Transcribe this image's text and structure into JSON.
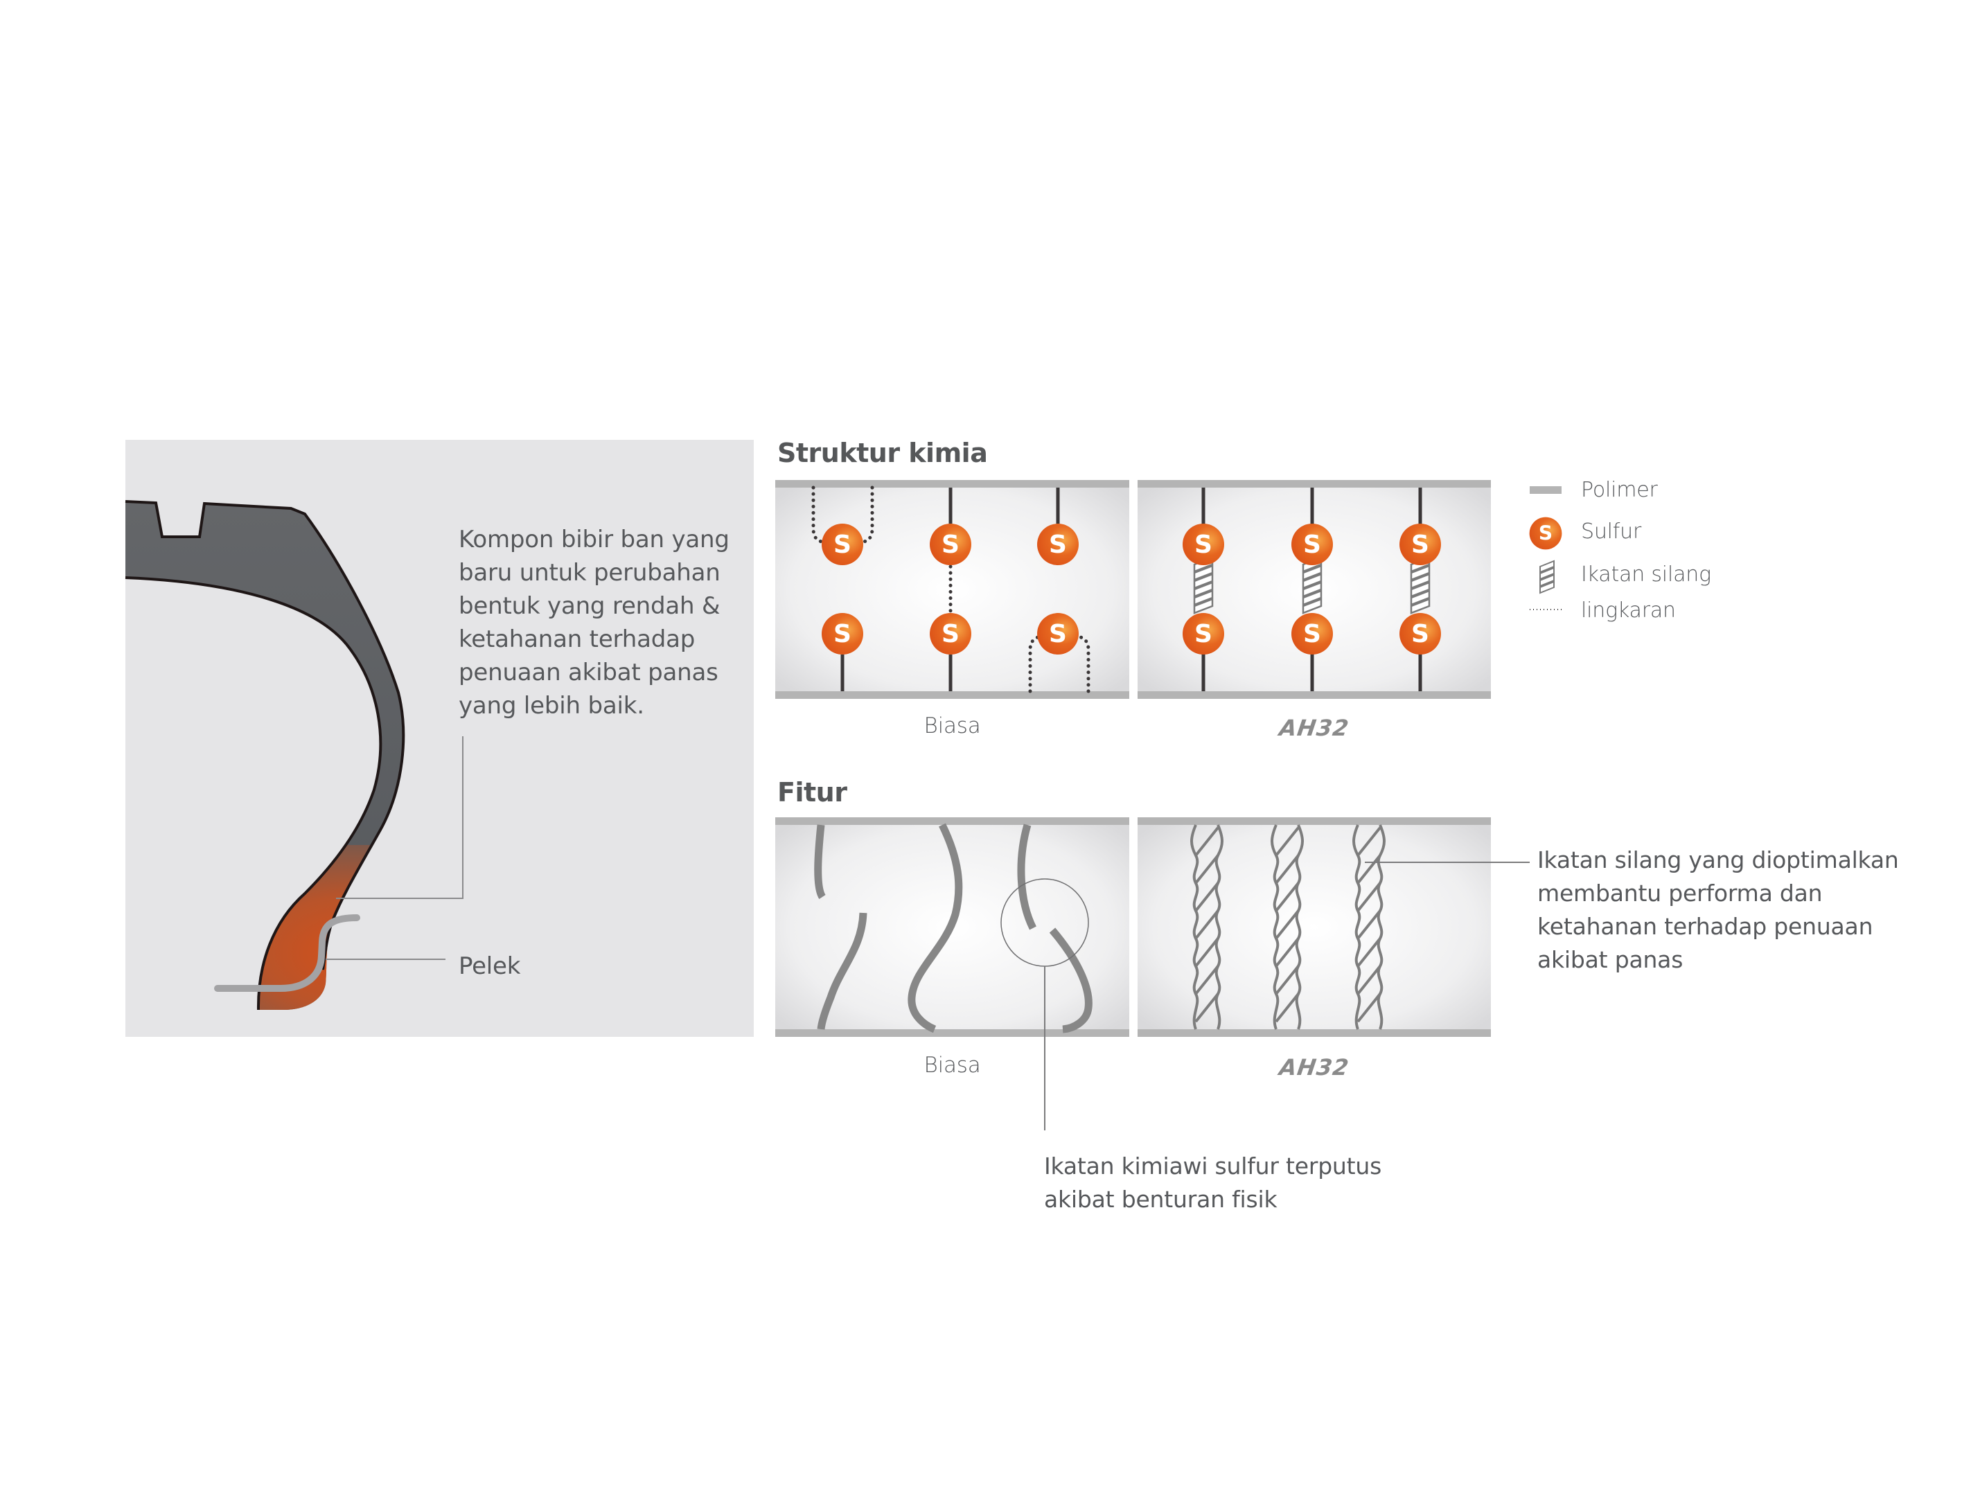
{
  "tire_panel": {
    "description_lines": [
      "Kompon bibir ban yang",
      "baru untuk perubahan",
      "bentuk yang rendah &",
      "ketahanan terhadap",
      "penuaan akibat panas",
      "yang lebih baik."
    ],
    "rim_label": "Pelek",
    "colors": {
      "panel_bg": "#e5e5e7",
      "tire": "#5d5f62",
      "heat": "#d2541a",
      "rim": "#a3a3a5"
    }
  },
  "chemical_structure": {
    "title": "Struktur kimia",
    "panels": [
      {
        "label": "Biasa",
        "type": "conventional"
      },
      {
        "label": "AH32",
        "type": "ah32"
      }
    ],
    "sulfur_symbol": "S"
  },
  "legend": {
    "items": [
      {
        "icon": "polymer-bar-icon",
        "label": "Polimer"
      },
      {
        "icon": "sulfur-ball-icon",
        "label": "Sulfur",
        "symbol": "S"
      },
      {
        "icon": "crosslink-spring-icon",
        "label": "Ikatan silang"
      },
      {
        "icon": "dotted-loop-icon",
        "label": "lingkaran"
      }
    ]
  },
  "features": {
    "title": "Fitur",
    "panels": [
      {
        "label": "Biasa",
        "type": "conventional"
      },
      {
        "label": "AH32",
        "type": "ah32"
      }
    ],
    "callout_ah32_lines": [
      "Ikatan silang yang dioptimalkan",
      "membantu performa dan",
      "ketahanan terhadap penuaan",
      "akibat panas"
    ],
    "callout_biasa_lines": [
      "Ikatan kimiawi sulfur terputus",
      "akibat benturan fisik"
    ]
  },
  "colors": {
    "sulfur": "#e05a1c",
    "sulfur_highlight": "#f5a044",
    "polymer_bar": "#b4b4b4",
    "chain": "#3a3637",
    "fiber": "#878787",
    "box_bg": "#ededee"
  }
}
